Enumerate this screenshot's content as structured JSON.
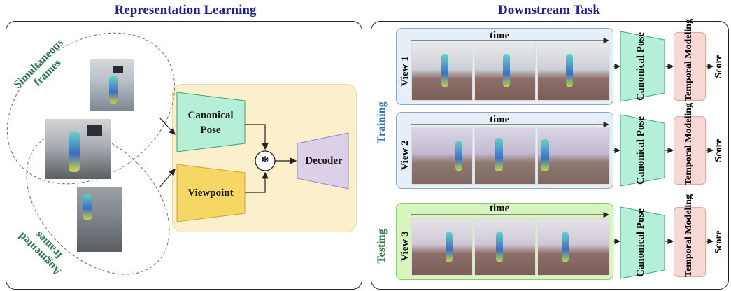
{
  "left": {
    "title": "Representation Learning",
    "simultaneous_label": "Simultaneous frames",
    "augmented_label": "Augmented frames",
    "canonical_label": "Canonical Pose",
    "viewpoint_label": "Viewpoint",
    "operator_symbol": "*",
    "decoder_label": "Decoder"
  },
  "right": {
    "title": "Downstream Task",
    "training_label": "Training",
    "testing_label": "Testing",
    "rows": [
      {
        "view": "View 1",
        "time": "time",
        "canonical": "Canonical Pose",
        "temporal": "Temporal Modeling",
        "score": "Score"
      },
      {
        "view": "View 2",
        "time": "time",
        "canonical": "Canonical Pose",
        "temporal": "Temporal Modeling",
        "score": "Score"
      },
      {
        "view": "View 3",
        "time": "time",
        "canonical": "Canonical Pose",
        "temporal": "Temporal Modeling",
        "score": "Score"
      }
    ]
  },
  "colors": {
    "title": "#1f1f8f",
    "green_text": "#2e7d4f",
    "training_text": "#2a78b8",
    "canonical_fill": "#b5efd8",
    "viewpoint_fill": "#f6d766",
    "decoder_fill": "#dcd0e8",
    "yellow_panel": "#fbefcc",
    "row_blue": "#e6eef8",
    "row_green": "#d9f5bf",
    "temporal_fill": "#f8d8d5"
  },
  "icons": [
    "arrow-icon",
    "multiply-operator-icon",
    "human-figure-icon"
  ]
}
